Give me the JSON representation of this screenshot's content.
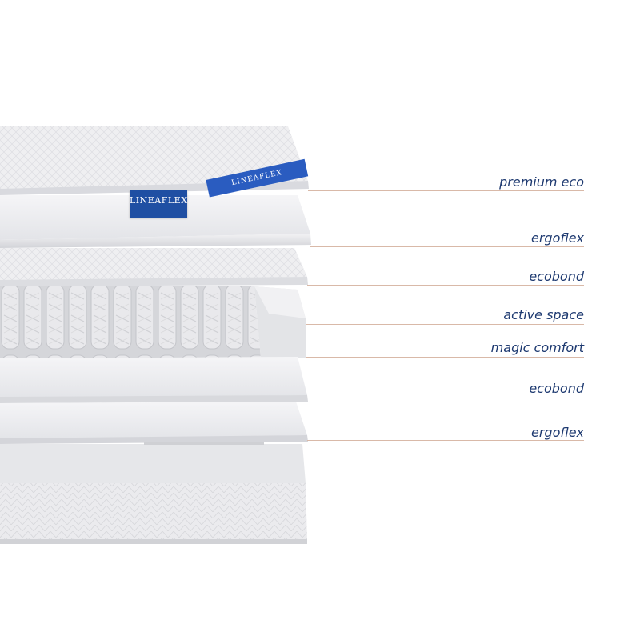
{
  "brand": {
    "tag_text": "LINEAFLEX",
    "corner_text": "LINEAFLEX"
  },
  "colors": {
    "label_text": "#1d3970",
    "leader_line": "#d9b9a8",
    "brand_blue": "#1f4fa3",
    "fabric": "#eeeef0",
    "fabric_shadow": "#d7d8dc"
  },
  "layers": [
    {
      "label": "premium eco"
    },
    {
      "label": "ergoflex"
    },
    {
      "label": "ecobond"
    },
    {
      "label": "active space"
    },
    {
      "label": "magic comfort"
    },
    {
      "label": "ecobond"
    },
    {
      "label": "ergoflex"
    }
  ]
}
